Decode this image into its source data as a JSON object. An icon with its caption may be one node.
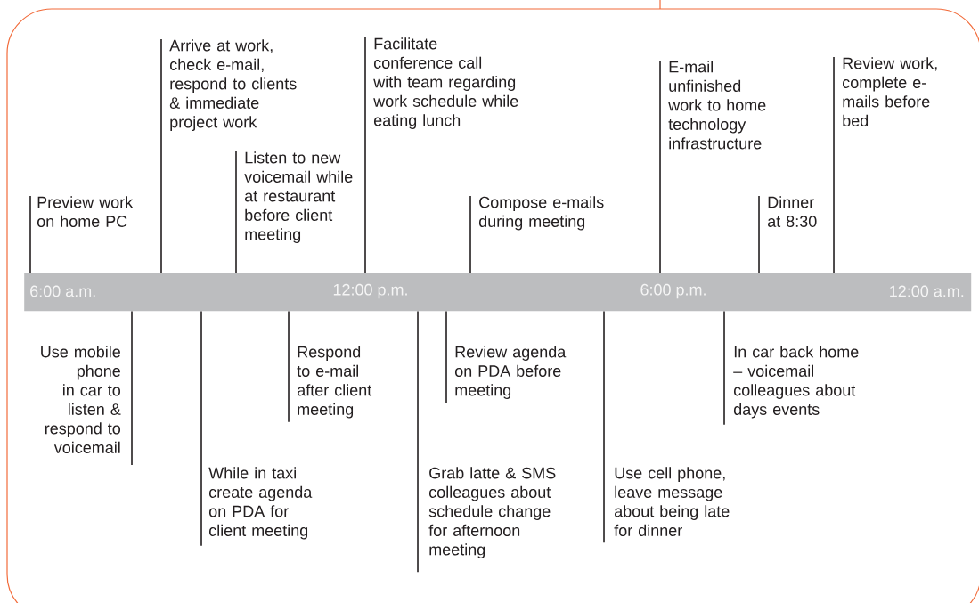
{
  "diagram": {
    "nodes": [
      {
        "text": [
          "Preview work on home PC"
        ]
      },
      {
        "text": [
          "Arrive at work, check e-mail, respond to clients & immediate project work"
        ]
      },
      {
        "text": [
          "Listen to new voicemail while at restaurant before client meeting"
        ]
      },
      {
        "text": [
          "Facilitate conference call with team regarding work schedule while eating lunch"
        ]
      },
      {
        "text": [
          "Compose e-mails during meeting"
        ]
      },
      {
        "text": [
          "E-mail unfinished work to home technology infrastructure"
        ]
      },
      {
        "text": [
          "Dinner at 8:30"
        ]
      },
      {
        "text": [
          "Review work, complete e-mails before bed"
        ]
      },
      {
        "text": [
          "6:00 a.m.",
          "12:00 p.m.",
          "6:00 p.m.",
          "12:00 a.m."
        ]
      },
      {
        "text": [
          "Use mobile phone in car to listen & respond to voicemail"
        ]
      },
      {
        "text": [
          "While in taxi create agenda on PDA for client meeting"
        ]
      },
      {
        "text": [
          "Respond to e-mail after client meeting"
        ]
      },
      {
        "text": [
          "Grab latte & SMS colleagues about schedule change for afternoon meeting"
        ]
      },
      {
        "text": [
          "Review agenda on PDA before meeting"
        ]
      },
      {
        "text": [
          "Use cell phone, leave message about being late for dinner"
        ]
      },
      {
        "text": [
          "In car back home – voicemail colleagues about days events"
        ]
      }
    ],
    "edges": [
      {
        "from": 0,
        "to": 8,
        "arrow": "none"
      },
      {
        "from": 1,
        "to": 8,
        "arrow": "none"
      },
      {
        "from": 2,
        "to": 8,
        "arrow": "none"
      },
      {
        "from": 3,
        "to": 8,
        "arrow": "none"
      },
      {
        "from": 4,
        "to": 8,
        "arrow": "none"
      },
      {
        "from": 5,
        "to": 8,
        "arrow": "none"
      },
      {
        "from": 6,
        "to": 8,
        "arrow": "none"
      },
      {
        "from": 7,
        "to": 8,
        "arrow": "none"
      },
      {
        "from": 9,
        "to": 8,
        "arrow": "none"
      },
      {
        "from": 10,
        "to": 8,
        "arrow": "none"
      },
      {
        "from": 11,
        "to": 8,
        "arrow": "none"
      },
      {
        "from": 12,
        "to": 8,
        "arrow": "none"
      },
      {
        "from": 13,
        "to": 8,
        "arrow": "none"
      },
      {
        "from": 14,
        "to": 8,
        "arrow": "none"
      },
      {
        "from": 15,
        "to": 8,
        "arrow": "none"
      }
    ]
  }
}
